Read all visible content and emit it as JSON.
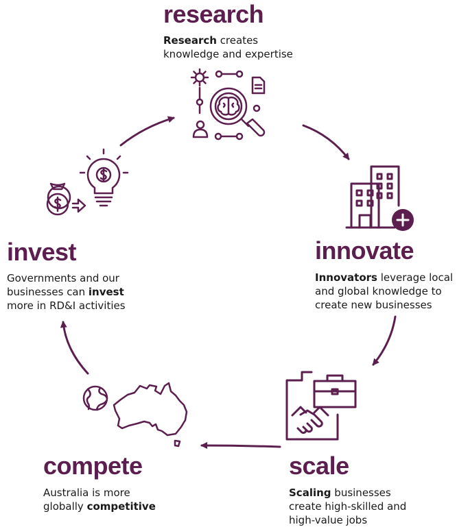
{
  "colors": {
    "accent": "#5b1e4f",
    "text": "#1a1a1a"
  },
  "stages": {
    "research": {
      "title": "research",
      "desc": {
        "bold": "Research",
        "l1": " creates",
        "l2": "knowledge and expertise"
      },
      "icon": "research-magnifier-brain-icon"
    },
    "innovate": {
      "title": "innovate",
      "desc": {
        "bold": "Innovators",
        "l1": " leverage local",
        "l2": "and global knowledge to",
        "l3": "create new businesses"
      },
      "icon": "buildings-plus-icon"
    },
    "scale": {
      "title": "scale",
      "desc": {
        "bold": "Scaling",
        "l1": " businesses",
        "l2": "create high-skilled and",
        "l3": "high-value jobs"
      },
      "icon": "briefcase-handshake-icon"
    },
    "compete": {
      "title": "compete",
      "desc": {
        "l1": "Australia is more",
        "l2a": "globally ",
        "bold": "competitive"
      },
      "icon": "australia-globe-icon"
    },
    "invest": {
      "title": "invest",
      "desc": {
        "l1": "Governments and our",
        "l2a": "businesses can ",
        "bold": "invest",
        "l3": "more in RD&I activities"
      },
      "icon": "moneybag-lightbulb-icon"
    }
  }
}
